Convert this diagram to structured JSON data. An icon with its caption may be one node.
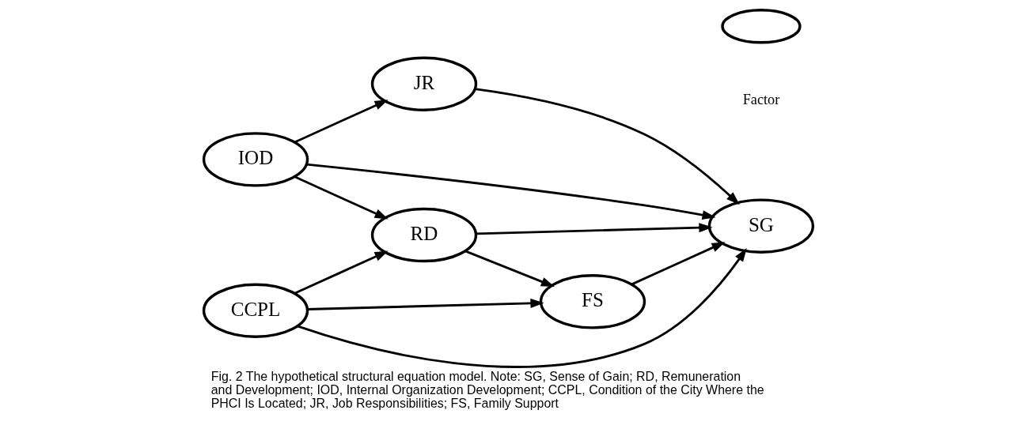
{
  "diagram": {
    "caption": "Fig. 2 The hypothetical structural equation model. Note: SG, Sense of Gain; RD, Remuneration and Development; IOD, Internal Organization Development; CCPL, Condition of the City Where the PHCI Is Located; JR, Job Responsibilities; FS, Family Support",
    "nodes": [
      {
        "text": [
          "IOD"
        ]
      },
      {
        "text": [
          "JR"
        ]
      },
      {
        "text": [
          "RD"
        ]
      },
      {
        "text": [
          "SG"
        ]
      },
      {
        "text": [
          "CCPL"
        ]
      },
      {
        "text": [
          "FS"
        ]
      },
      {
        "text": [],
        "shape": "ellipse"
      }
    ],
    "edges": [
      {
        "from": 0,
        "to": 1,
        "arrow": "to"
      },
      {
        "from": 0,
        "to": 3,
        "arrow": "to"
      },
      {
        "from": 0,
        "to": 2,
        "arrow": "to"
      },
      {
        "from": 1,
        "to": 3,
        "arrow": "to"
      },
      {
        "from": 2,
        "to": 3,
        "arrow": "to"
      },
      {
        "from": 2,
        "to": 5,
        "arrow": "to"
      },
      {
        "from": 4,
        "to": 2,
        "arrow": "to"
      },
      {
        "from": 4,
        "to": 3,
        "arrow": "to"
      },
      {
        "from": 4,
        "to": 5,
        "arrow": "to"
      },
      {
        "from": 5,
        "to": 3,
        "arrow": "to"
      }
    ],
    "legend": [
      {
        "text": "Factor"
      }
    ]
  }
}
